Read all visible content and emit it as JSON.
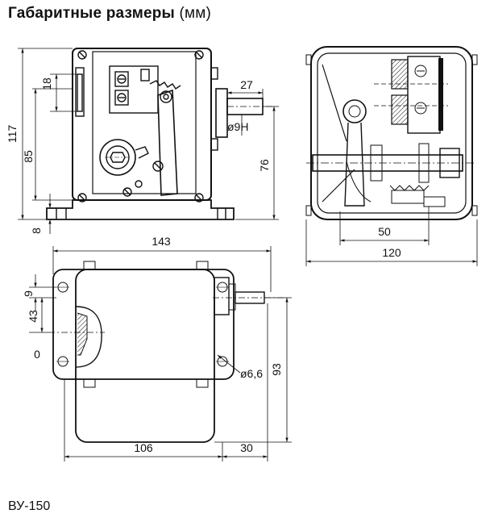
{
  "title": {
    "main": "Габаритные размеры",
    "unit": "(мм)"
  },
  "caption": "ВУ-150",
  "dimensions": {
    "d117": "117",
    "d85": "85",
    "d8": "8",
    "d18": "18",
    "d27": "27",
    "d_shaft": "ø9Н",
    "d76": "76",
    "d50": "50",
    "d120": "120",
    "d143": "143",
    "d9": "9",
    "d43": "43",
    "d0": "0",
    "d_hole": "ø6,6",
    "d93": "93",
    "d106": "106",
    "d30": "30"
  }
}
